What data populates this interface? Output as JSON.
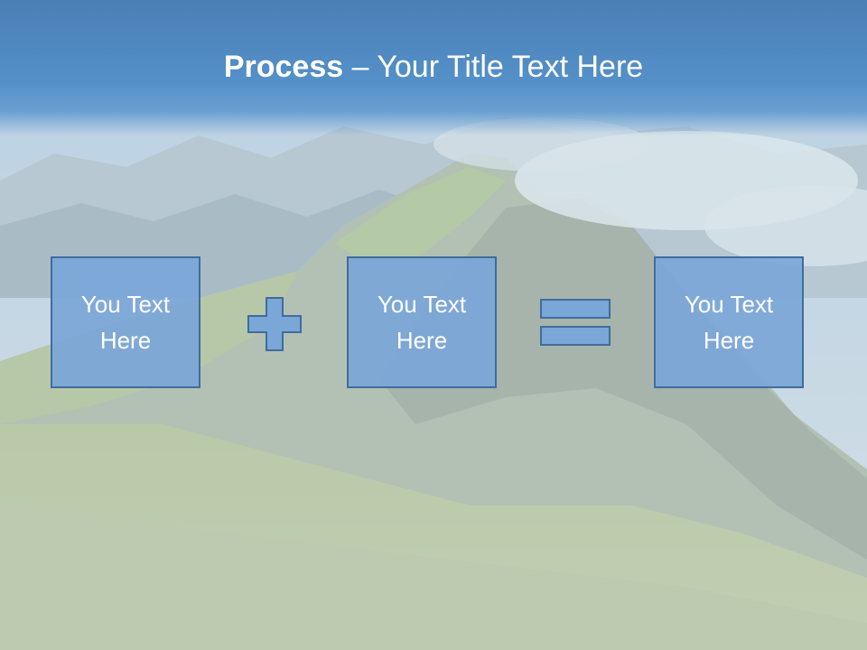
{
  "slide": {
    "title_bold": "Process",
    "title_dash": " – ",
    "title_rest": "Your Title Text Here",
    "boxes": [
      {
        "text": "You Text Here"
      },
      {
        "text": "You Text Here"
      },
      {
        "text": "You Text Here"
      }
    ],
    "operators": [
      "plus-icon",
      "equals-icon"
    ],
    "colors": {
      "title_bar": "#4a7fb5",
      "box_fill": "#7ba6d8",
      "box_border": "#3f6d9c",
      "title_text": "#ffffff"
    }
  }
}
